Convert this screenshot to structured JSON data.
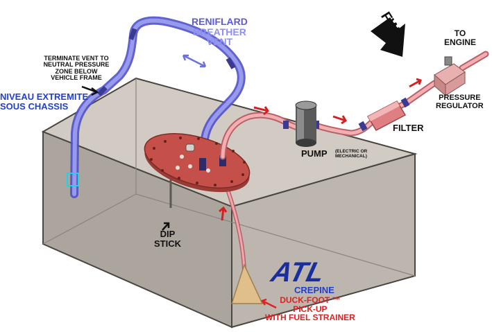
{
  "labels": {
    "breather_fr": "RENIFLARD",
    "breather_en_1": "BREATHER",
    "breather_en_2": "VENT",
    "terminate_1": "TERMINATE VENT TO",
    "terminate_2": "NEUTRAL PRESSURE",
    "terminate_3": "ZONE BELOW",
    "terminate_4": "VEHICLE FRAME",
    "niveau_1": "NIVEAU EXTREMITE",
    "niveau_2": "SOUS CHASSIS",
    "fwd": "FWD",
    "to_engine_1": "TO",
    "to_engine_2": "ENGINE",
    "pressure_regulator_1": "PRESSURE",
    "pressure_regulator_2": "REGULATOR",
    "filter": "FILTER",
    "pump": "PUMP",
    "pump_note_1": "(ELECTRIC OR",
    "pump_note_2": "MECHANICAL)",
    "dip_1": "DIP",
    "dip_2": "STICK",
    "logo": "ATL",
    "crepine": "CREPINE",
    "duckfoot_1": "DUCK-FOOT ™",
    "duckfoot_2": "PICK-UP",
    "duckfoot_3": "WITH FUEL STRAINER"
  },
  "colors": {
    "tank_side": "#b3aca4",
    "tank_top": "#cfc8c0",
    "tank_edge": "#4a4540",
    "vent_hose": "#6c6fe0",
    "fuel_line": "#e7898d",
    "plate": "#b84b45",
    "arrow": "#d42020",
    "label_blue": "#1f3fd0",
    "label_red": "#e02020"
  }
}
